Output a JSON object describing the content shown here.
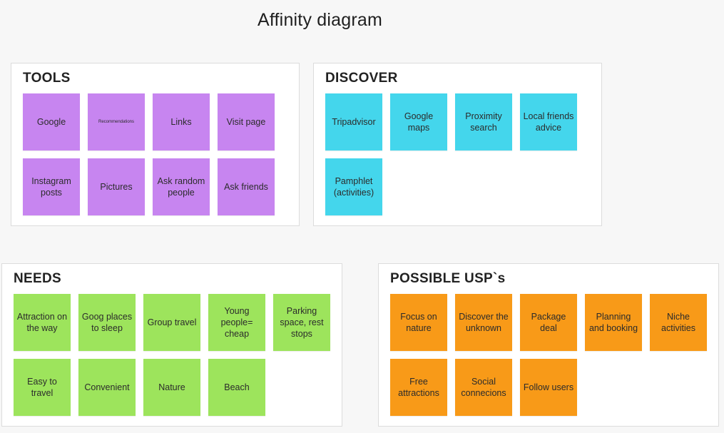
{
  "title": "Affinity diagram",
  "colors": {
    "tools": "#c785f0",
    "discover": "#44d6ec",
    "needs": "#9de45c",
    "usps": "#f89a18"
  },
  "groups": {
    "tools": {
      "title": "TOOLS",
      "notes": [
        "Google",
        "Recommendations",
        "Links",
        "Visit page",
        "Instagram posts",
        "Pictures",
        "Ask random people",
        "Ask friends"
      ]
    },
    "discover": {
      "title": "DISCOVER",
      "notes": [
        "Tripadvisor",
        "Google maps",
        "Proximity search",
        "Local friends advice",
        "Pamphlet (activities)"
      ]
    },
    "needs": {
      "title": "NEEDS",
      "notes": [
        "Attraction on the way",
        "Goog places to sleep",
        "Group travel",
        "Young people= cheap",
        "Parking space, rest stops",
        "Easy to travel",
        "Convenient",
        "Nature",
        "Beach"
      ]
    },
    "usps": {
      "title": "POSSIBLE USP`s",
      "notes": [
        "Focus on nature",
        "Discover the unknown",
        "Package deal",
        "Planning and booking",
        "Niche activities",
        "Free attractions",
        "Social connecions",
        "Follow users"
      ]
    }
  }
}
